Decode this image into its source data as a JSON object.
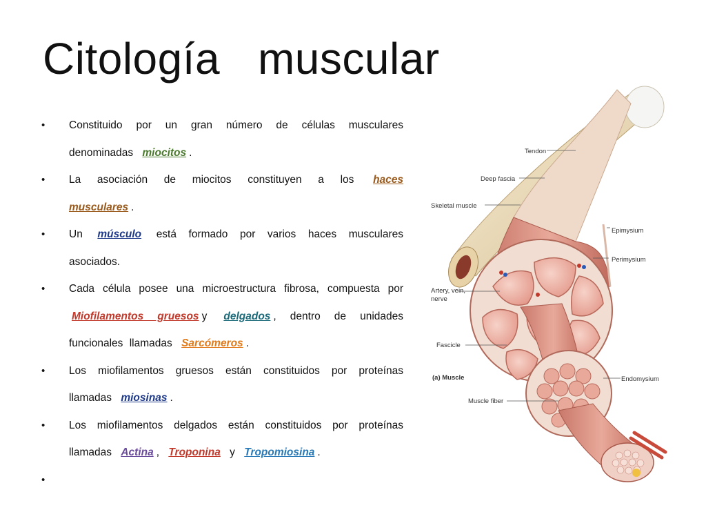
{
  "title": "Citología   muscular",
  "bullets": [
    {
      "pre": "Constituido por un gran número de células musculares denominadas",
      "term": "miocitos",
      "term_color": "#4a7a2c",
      "post": "."
    },
    {
      "pre": "La asociación de miocitos constituyen a los",
      "term": "haces musculares",
      "term_color": "#9a5a1c",
      "post": "."
    },
    {
      "pre": "Un",
      "term": "músculo",
      "term_color": "#1f3a8a",
      "post": "está formado por varios haces musculares asociados."
    },
    {
      "pre": "Cada célula posee una microestructura fibrosa, compuesta por",
      "term": "Miofilamentos gruesos",
      "term_color": "#c0392b",
      "mid": "y",
      "term2": "delgados",
      "term2_color": "#1b6a7a",
      "post": ", dentro de unidades funcionales llamadas",
      "term3": "Sarcómeros",
      "term3_color": "#e07a1a",
      "post2": "."
    },
    {
      "pre": "Los miofilamentos gruesos están constituidos por proteínas llamadas",
      "term": "miosinas",
      "term_color": "#1f3a8a",
      "post": "."
    },
    {
      "pre": "Los miofilamentos delgados están constituidos por proteínas llamadas",
      "term": "Actina",
      "term_color": "#6a4a9a",
      "mid": ",",
      "term2": "Troponina",
      "term2_color": "#c0392b",
      "mid2": "y",
      "term3": "Tropomiosina",
      "term3_color": "#2a7ab8",
      "post": "."
    },
    {
      "pre": ""
    }
  ],
  "bullet_glyph": "•",
  "figure_labels": {
    "tendon": "Tendon",
    "deep_fascia": "Deep fascia",
    "skeletal_muscle": "Skeletal muscle",
    "epimysium": "Epimysium",
    "perimysium": "Perimysium",
    "artery": "Artery, vein,",
    "nerve": "nerve",
    "fascicle": "Fascicle",
    "caption": "(a) Muscle",
    "endomysium": "Endomysium",
    "muscle_fiber": "Muscle fiber"
  }
}
